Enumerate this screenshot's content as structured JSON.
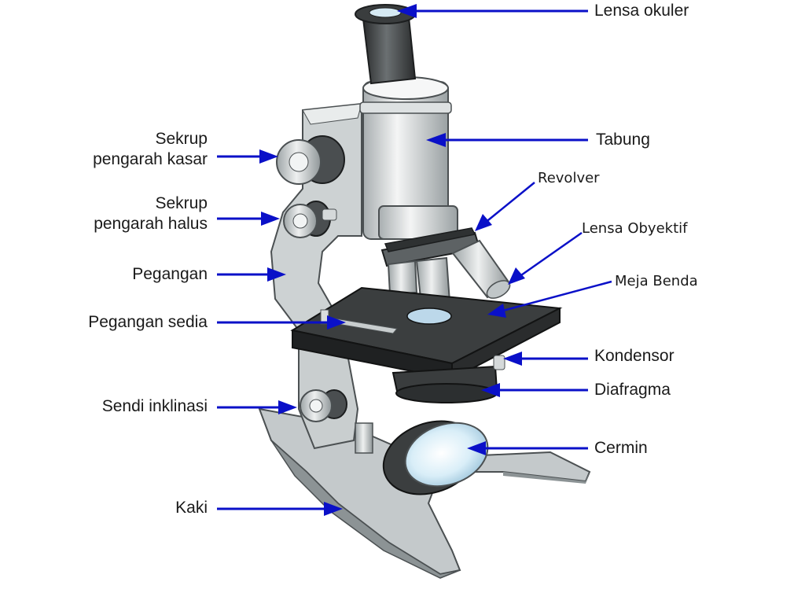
{
  "labels": {
    "lensa_okuler": "Lensa okuler",
    "tabung": "Tabung",
    "revolver": "Revolver",
    "lensa_obyektif": "Lensa Obyektif",
    "meja_benda": "Meja Benda",
    "kondensor": "Kondensor",
    "diafragma": "Diafragma",
    "cermin": "Cermin",
    "sekrup_kasar_1": "Sekrup",
    "sekrup_kasar_2": "pengarah kasar",
    "sekrup_halus_1": "Sekrup",
    "sekrup_halus_2": "pengarah halus",
    "pegangan": "Pegangan",
    "pegangan_sedia": "Pegangan sedia",
    "sendi_inklinasi": "Sendi inklinasi",
    "kaki": "Kaki"
  },
  "colors": {
    "arrow": "#0a10c8",
    "metal_light": "#d6dadb",
    "metal_mid": "#a9b0b2",
    "metal_dark": "#5e6466",
    "stage_black": "#2b2d2e",
    "text": "#1a1a1a"
  }
}
